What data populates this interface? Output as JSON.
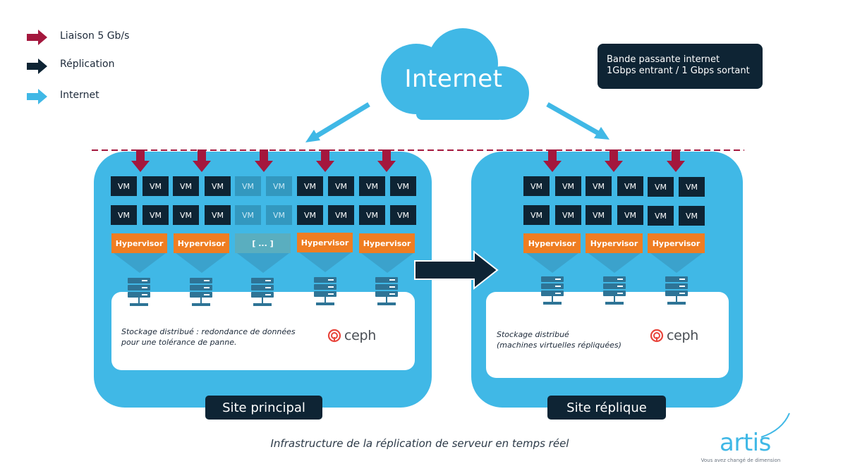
{
  "legend": [
    {
      "label": "Liaison 5 Gb/s",
      "color": "#a4173d",
      "icon": "arrow-right-icon"
    },
    {
      "label": "Réplication",
      "color": "#0e2434",
      "icon": "arrow-right-icon"
    },
    {
      "label": "Internet",
      "color": "#40b8e6",
      "icon": "arrow-right-icon"
    }
  ],
  "internet": {
    "label": "Internet",
    "color": "#40b8e6",
    "icon": "cloud-icon"
  },
  "bandwidth": {
    "line1": "Bande passante internet",
    "line2": "1Gbps entrant / 1 Gbps sortant"
  },
  "vm_label": "VM",
  "sites": {
    "principal": {
      "label": "Site principal",
      "hypervisors": [
        "Hypervisor",
        "Hypervisor",
        "[ ... ]",
        "Hypervisor",
        "Hypervisor"
      ],
      "storage_line1": "Stockage distribué : redondance de données",
      "storage_line2": "pour une tolérance de panne.",
      "ceph": "ceph"
    },
    "replica": {
      "label": "Site réplique",
      "hypervisors": [
        "Hypervisor",
        "Hypervisor",
        "Hypervisor"
      ],
      "storage_line1": "Stockage distribué",
      "storage_line2": "(machines virtuelles répliquées)",
      "ceph": "ceph"
    }
  },
  "caption": "Infrastructure de la réplication de serveur en temps réel",
  "logo": {
    "name": "artis",
    "tagline": "Vous avez changé de dimension"
  },
  "colors": {
    "site_blue": "#40b8e6",
    "navy": "#0e2434",
    "orange": "#ef7d22",
    "crimson": "#a4173d",
    "ceph_red": "#e8453c"
  }
}
